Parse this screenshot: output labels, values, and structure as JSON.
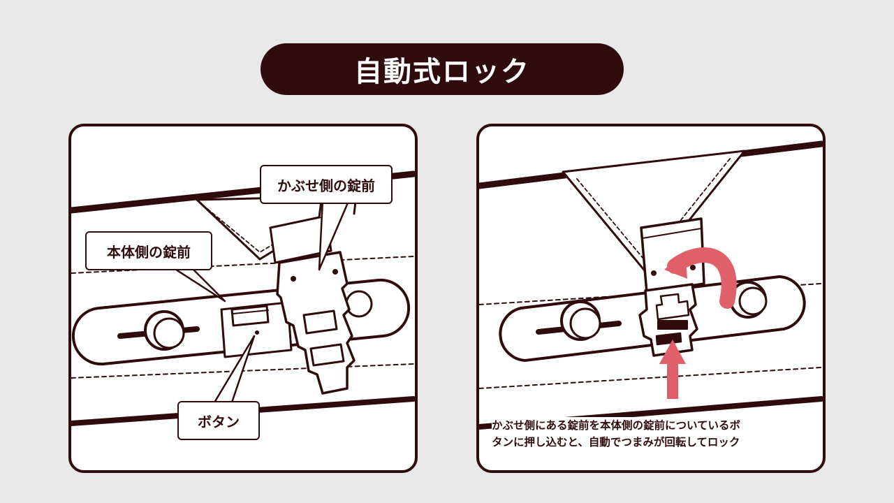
{
  "title": "自動式ロック",
  "left_panel": {
    "callout_cover_lock": "かぶせ側の錠前",
    "callout_body_lock": "本体側の錠前",
    "callout_button": "ボタン"
  },
  "right_panel": {
    "caption_line1": "かぶせ側にある錠前を本体側の錠前についているボ",
    "caption_line2": "タンに押し込むと、自動でつまみが回転してロック"
  },
  "colors": {
    "ink": "#2f0b0c",
    "background": "#e9e9ea",
    "arrow": "#e0606a"
  }
}
